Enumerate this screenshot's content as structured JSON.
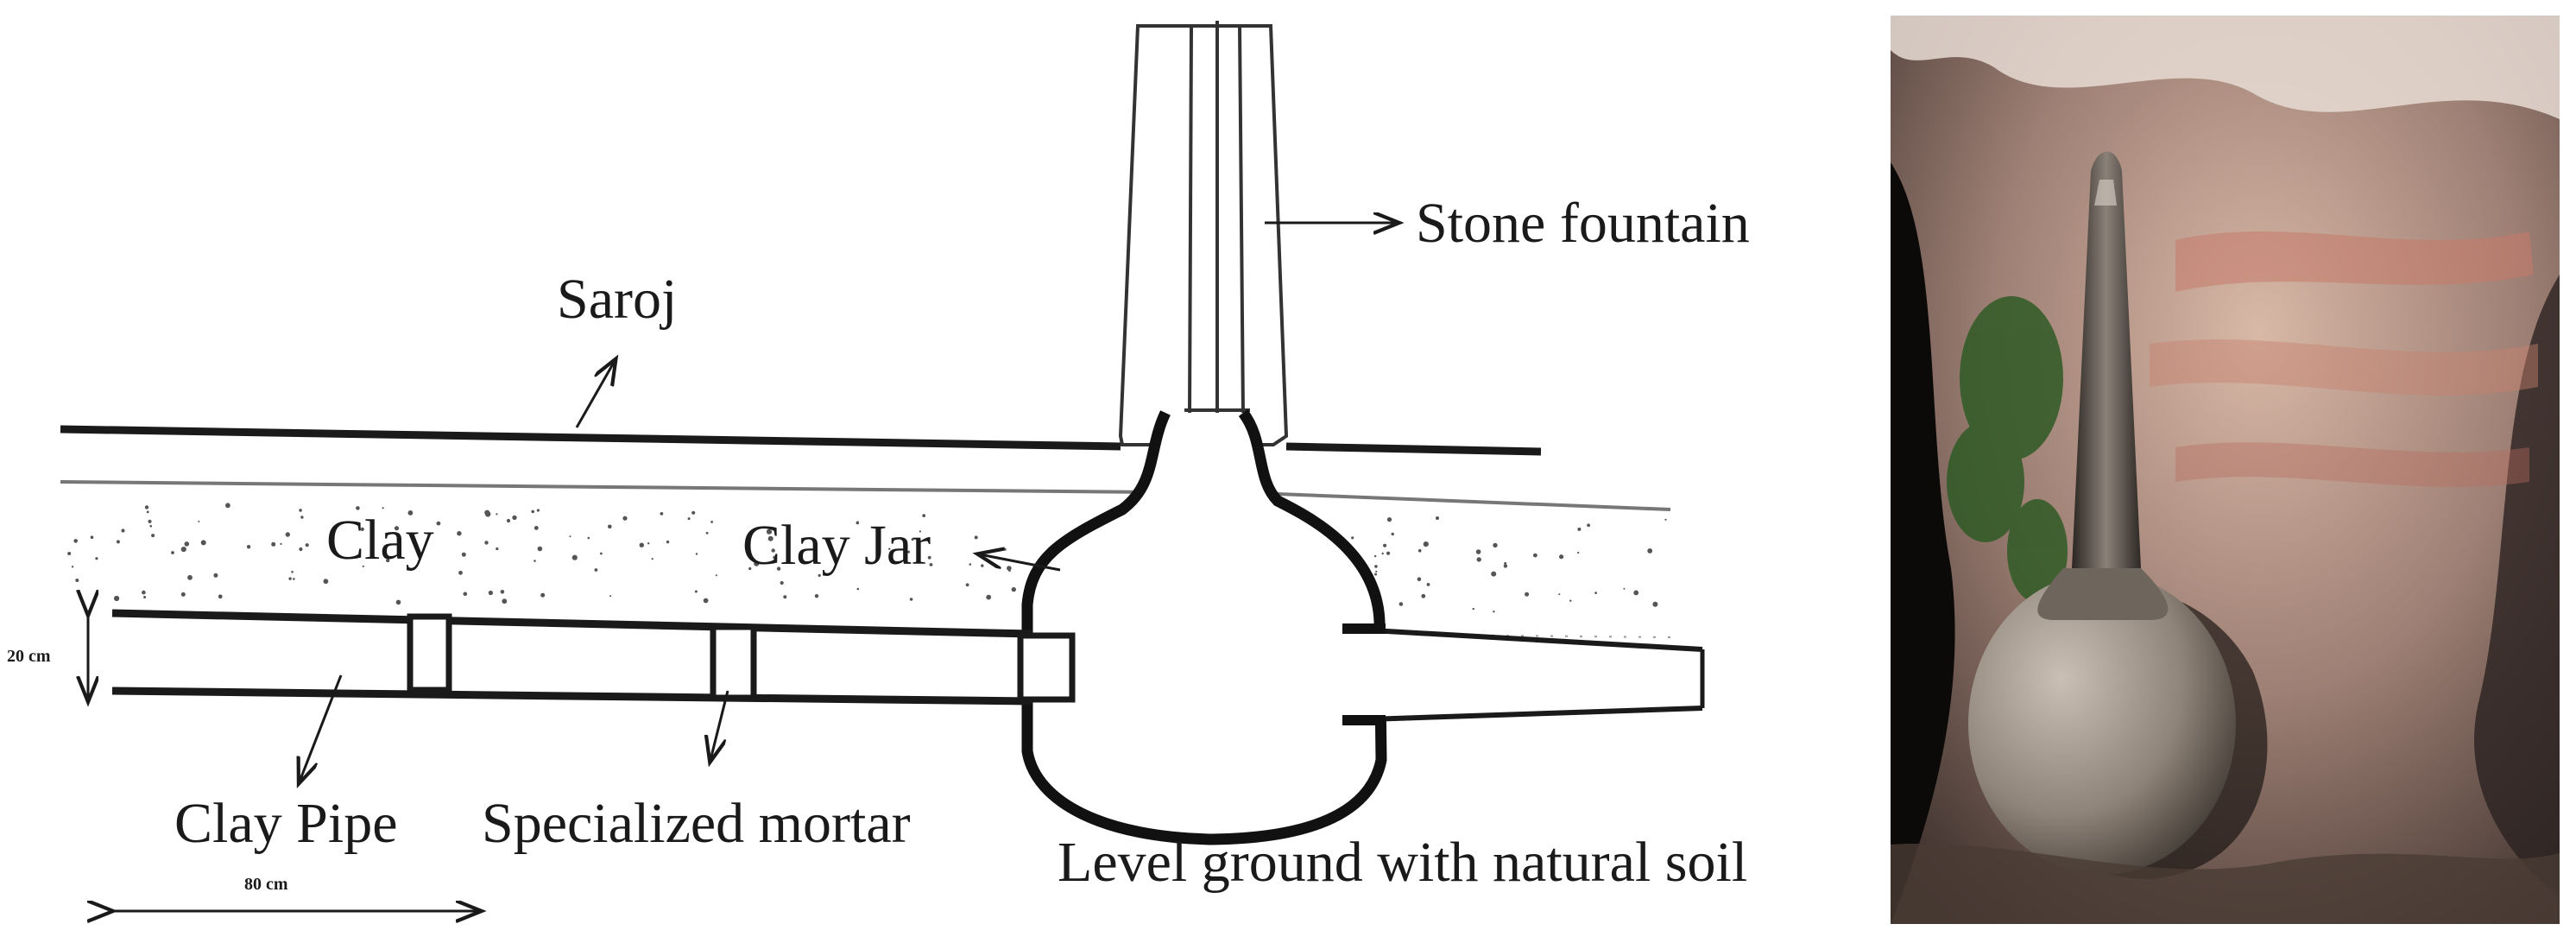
{
  "labels": {
    "stone_fountain": "Stone fountain",
    "saroj": "Saroj",
    "clay": "Clay",
    "clay_jar": "Clay Jar",
    "clay_pipe": "Clay Pipe",
    "specialized_mortar": "Specialized mortar",
    "level_ground": "Level ground with natural soil"
  },
  "dimensions": {
    "pipe_height": "20 cm",
    "segment_length": "80 cm"
  },
  "colors": {
    "line": "#1a1a1a",
    "background": "#ffffff"
  }
}
